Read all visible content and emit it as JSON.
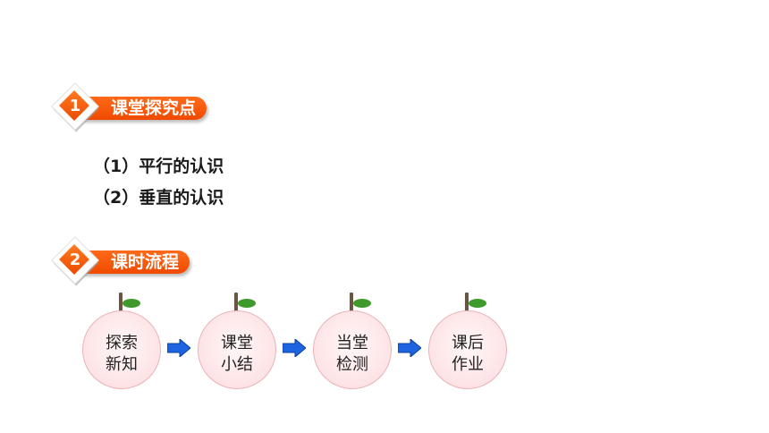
{
  "sections": [
    {
      "number": "1",
      "title": "课堂探究点"
    },
    {
      "number": "2",
      "title": "课时流程"
    }
  ],
  "topics": [
    "（1）平行的认识",
    "（2）垂直的认识"
  ],
  "flow": [
    {
      "line1": "探索",
      "line2": "新知"
    },
    {
      "line1": "课堂",
      "line2": "小结"
    },
    {
      "line1": "当堂",
      "line2": "检测"
    },
    {
      "line1": "课后",
      "line2": "作业"
    }
  ],
  "colors": {
    "accent": "#f25a0f",
    "fruit": "#fde3e5",
    "arrow": "#1e63e0",
    "leaf": "#3f9a2c"
  }
}
